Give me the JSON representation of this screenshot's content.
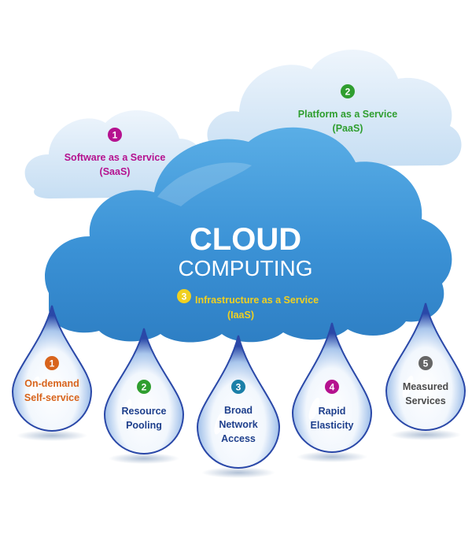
{
  "title": {
    "line1": "CLOUD",
    "line2": "COMPUTING"
  },
  "service_models": [
    {
      "number": "1",
      "line1": "Software as a Service",
      "line2": "(SaaS)",
      "color": "#b5128f"
    },
    {
      "number": "2",
      "line1": "Platform as a Service",
      "line2": "(PaaS)",
      "color": "#2f9e2f"
    },
    {
      "number": "3",
      "line1": "Infrastructure as a Service",
      "line2": "(IaaS)",
      "color": "#f0d020"
    }
  ],
  "characteristics": [
    {
      "number": "1",
      "lines": [
        "On-demand",
        "Self-service"
      ],
      "color": "#d8641c"
    },
    {
      "number": "2",
      "lines": [
        "Resource",
        "Pooling"
      ],
      "color": "#2f9e2f"
    },
    {
      "number": "3",
      "lines": [
        "Broad",
        "Network",
        "Access"
      ],
      "color": "#1b7fa8"
    },
    {
      "number": "4",
      "lines": [
        "Rapid",
        "Elasticity"
      ],
      "color": "#b5128f"
    },
    {
      "number": "5",
      "lines": [
        "Measured",
        "Services"
      ],
      "color": "#666666"
    }
  ],
  "colors": {
    "cloud_main": "#3b92d6",
    "cloud_light": "#d6e8f7",
    "drop_ring": "#2a48a8",
    "drop_text": "#1e3f8c"
  }
}
